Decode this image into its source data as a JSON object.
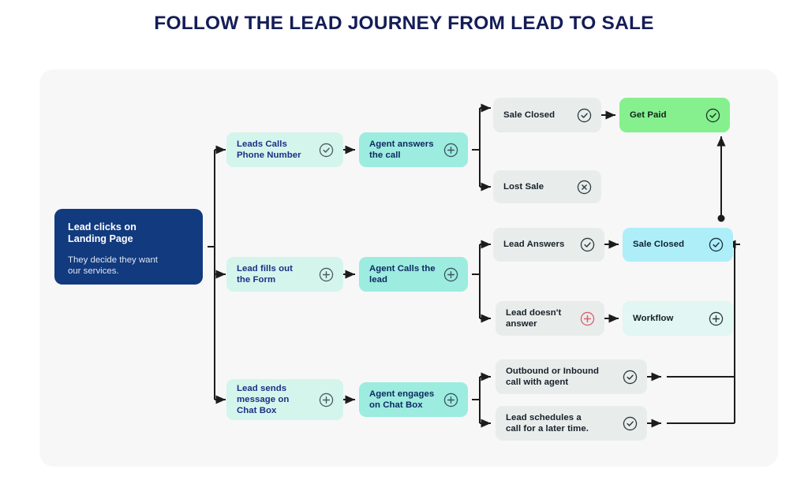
{
  "title": "FOLLOW THE LEAD JOURNEY FROM LEAD TO SALE",
  "colors": {
    "title": "#141d57",
    "panel_bg": "#f7f7f8",
    "start_bg": "#123a7e",
    "mint": "#d4f5ec",
    "teal": "#9cecdf",
    "gray": "#e8edeb",
    "green": "#86f08e",
    "sky": "#aeeef9",
    "pale": "#e2f6f3",
    "connector": "#1c1c1c",
    "alert_icon": "#d9606f"
  },
  "start": {
    "heading": "Lead clicks on\nLanding Page",
    "body": "They decide they want\nour services."
  },
  "nodes": {
    "leads_calls": {
      "label": "Leads Calls\nPhone Number",
      "icon": "check-circle-icon"
    },
    "agent_answers": {
      "label": "Agent answers\nthe call",
      "icon": "plus-circle-icon"
    },
    "sale_closed_top": {
      "label": "Sale Closed",
      "icon": "check-circle-icon"
    },
    "get_paid": {
      "label": "Get Paid",
      "icon": "check-circle-icon"
    },
    "lost_sale": {
      "label": "Lost Sale",
      "icon": "x-circle-icon"
    },
    "lead_fills_form": {
      "label": "Lead fills out\nthe Form",
      "icon": "plus-circle-icon"
    },
    "agent_calls_lead": {
      "label": "Agent Calls the\nlead",
      "icon": "plus-circle-icon"
    },
    "lead_answers": {
      "label": "Lead Answers",
      "icon": "check-circle-icon"
    },
    "sale_closed_mid": {
      "label": "Sale Closed",
      "icon": "check-circle-icon"
    },
    "lead_doesnt_answer": {
      "label": "Lead doesn't\nanswer",
      "icon": "plus-circle-alert-icon"
    },
    "workflow": {
      "label": "Workflow",
      "icon": "plus-circle-icon"
    },
    "lead_sends_message": {
      "label": "Lead sends\nmessage on\nChat Box",
      "icon": "plus-circle-icon"
    },
    "agent_engages": {
      "label": "Agent engages\non Chat Box",
      "icon": "plus-circle-icon"
    },
    "outbound_inbound": {
      "label": "Outbound or Inbound\ncall with agent",
      "icon": "check-circle-icon"
    },
    "lead_schedules": {
      "label": "Lead schedules a\ncall for a later time.",
      "icon": "check-circle-icon"
    }
  }
}
